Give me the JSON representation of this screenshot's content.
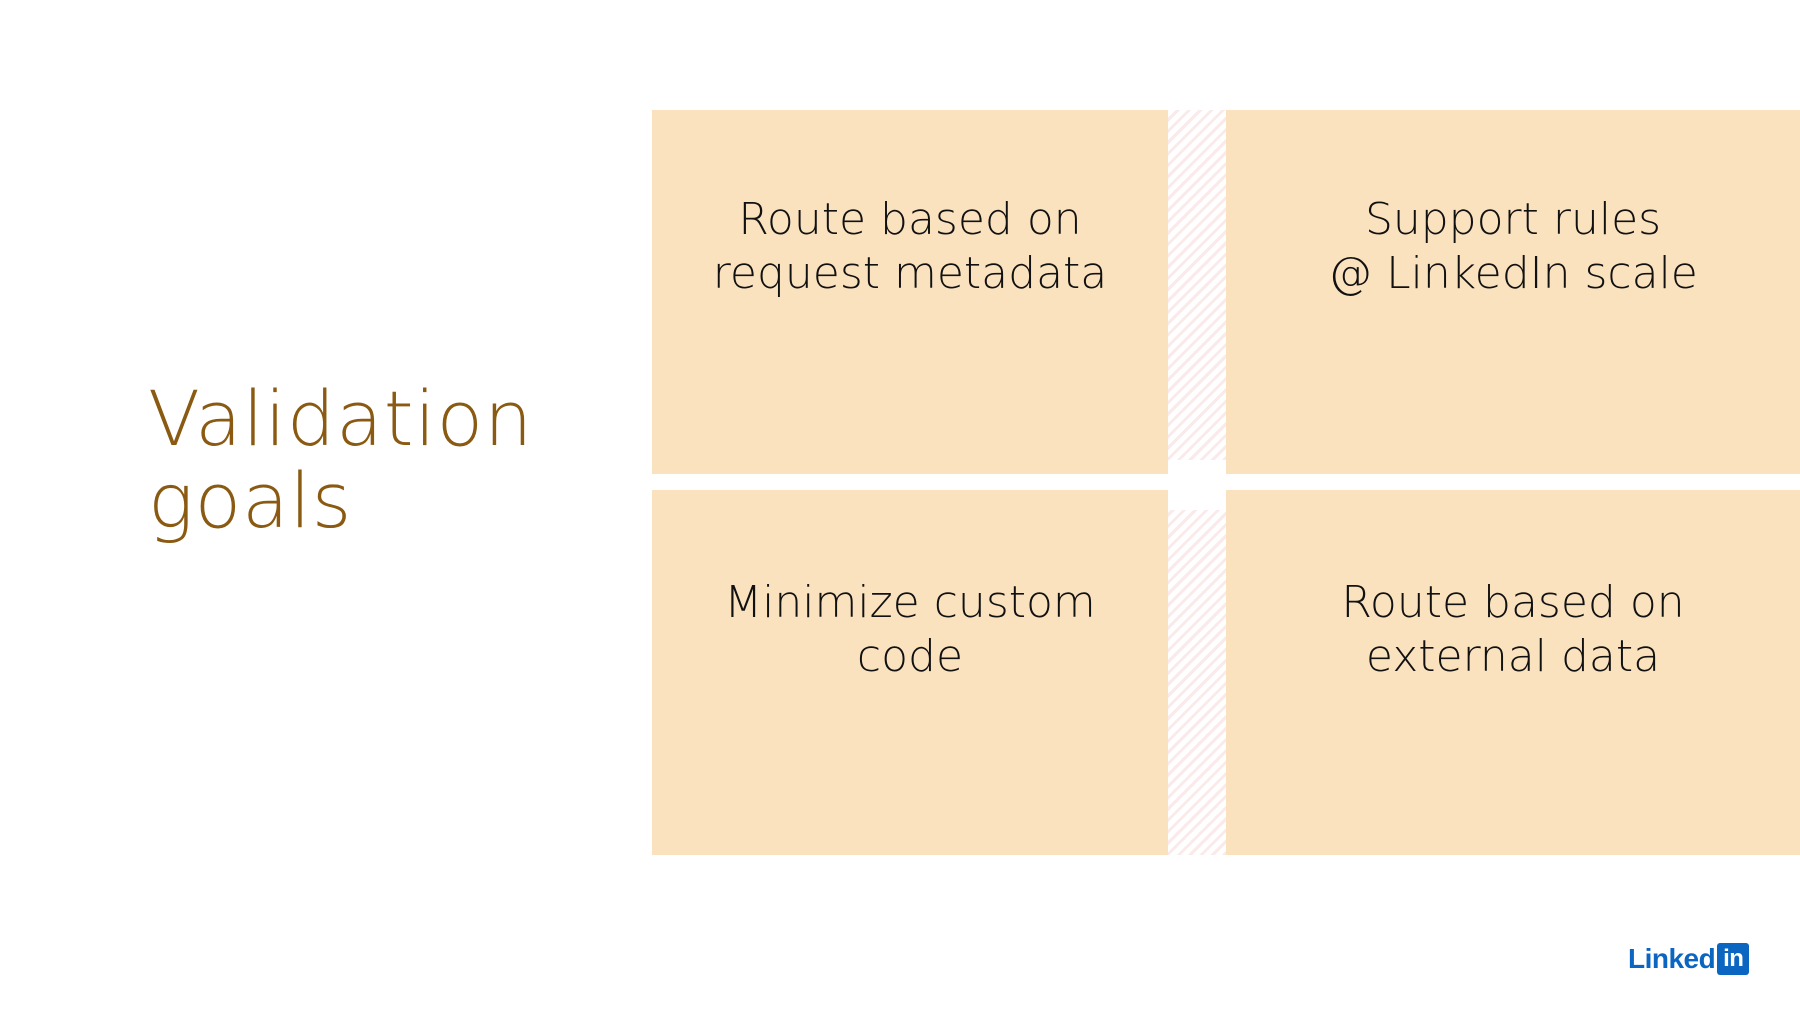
{
  "slide": {
    "title_line1": "Validation",
    "title_line2": "goals",
    "cards": [
      {
        "text": "Route based on\nrequest metadata"
      },
      {
        "text": "Support rules\n@ LinkedIn scale"
      },
      {
        "text": "Minimize custom\ncode"
      },
      {
        "text": "Route based on\nexternal data"
      }
    ],
    "logo": {
      "word": "Linked",
      "box": "in",
      "brand_color": "#0b66c2"
    },
    "colors": {
      "title": "#8a5a12",
      "card_fill": "#fae2bf",
      "card_text": "#111111"
    }
  }
}
